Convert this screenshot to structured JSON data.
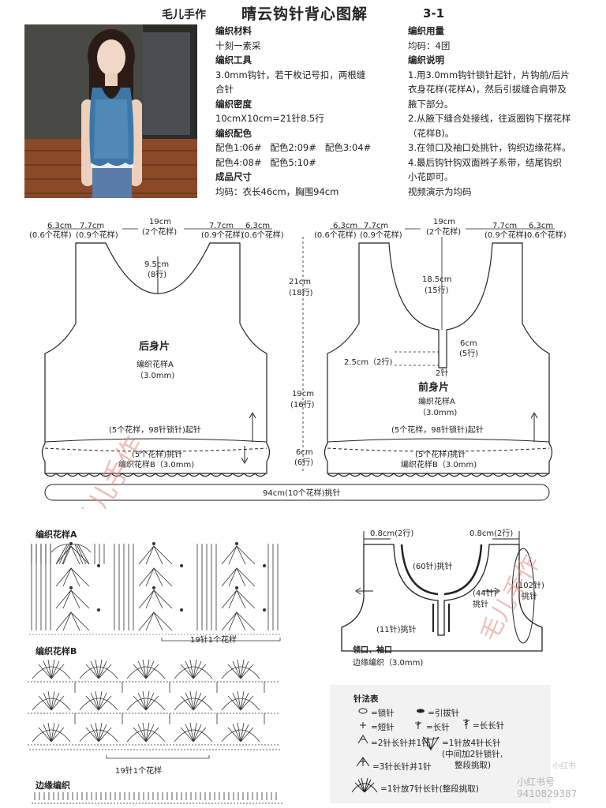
{
  "header": {
    "brand": "毛儿手作",
    "title": "晴云钩针背心图解",
    "page": "3-1"
  },
  "materials": {
    "material_h": "编织材料",
    "material": "十刻一素采",
    "tools_h": "编织工具",
    "tools_1": "3.0mm钩针，若干枚记号扣，两根缝",
    "tools_2": "合针",
    "density_h": "编织密度",
    "density": "10cmX10cm=21针8.5行",
    "colors_h": "编织配色",
    "colors_1": "配色1:06#   配色2:09#   配色3:04#",
    "colors_2": "配色4:08#   配色5:10#",
    "size_h": "成品尺寸",
    "size": "均码：衣长46cm，胸围94cm"
  },
  "instructions": {
    "usage_h": "编织用量",
    "usage": "均码：4团",
    "notes_h": "编织说明",
    "lines": [
      "1.用3.0mm钩针锁针起针，片钩前/后片",
      "衣身花样(花样A)，然后引拔缝合肩带及",
      "腋下部分。",
      "2.从腋下缝合处接线，往返圈钩下摆花样",
      "（花样B)。",
      "3.在领口及袖口处挑针，钩织边缘花样。",
      "4.最后钩针钩双面辫子系带，结尾钩织",
      "小花即可。",
      "视频演示为均码"
    ]
  },
  "back_piece": {
    "name": "后身片",
    "pattern": "编织花样A",
    "hook": "（3.0mm)",
    "d_63": "6.3cm",
    "d_63s": "(0.6个花样)",
    "d_77": "7.7cm",
    "d_77s": "(0.9个花样)",
    "d_19": "19cm",
    "d_19s": "(2个花样)",
    "d_95": "9.5cm",
    "d_95s": "(8行)",
    "start": "(5个花样，98针锁针)起针",
    "pickup": "(5个花样)挑针",
    "hem": "编织花样B（3.0mm)"
  },
  "front_piece": {
    "name": "前身片",
    "pattern": "编织花样A",
    "hook": "（3.0mm)",
    "d_185": "18.5cm",
    "d_185s": "(15行)",
    "d_6": "6cm",
    "d_6s": "(5行)",
    "d_25": "2.5cm（2行)",
    "d_2": "2针",
    "start": "(5个花样，98针锁针)起针",
    "pickup": "(5个花样)挑针",
    "hem": "编织花样B（3.0mm)"
  },
  "vertical": {
    "d_21": "21cm",
    "d_21s": "(18行)",
    "d_19": "19cm",
    "d_19s": "(16行)",
    "d_6": "6cm",
    "d_6s": "(6行)"
  },
  "total": "94cm(10个花样)挑针",
  "pattern_a": {
    "title": "编织花样A",
    "repeat": "19针1个花样"
  },
  "pattern_b": {
    "title": "编织花样B",
    "repeat": "19针1个花样"
  },
  "edge": {
    "title": "边缘编织"
  },
  "neckline": {
    "d_08a": "0.8cm(2行)",
    "d_08b": "0.8cm(2行)",
    "neck_pick": "(60针)挑针",
    "side_pick": "(44针)",
    "side_pick2": "挑针",
    "center_pick": "(11针)挑针",
    "arm_pick": "(102针)",
    "arm_pick2": "挑针",
    "label": "领口、袖口",
    "edge": "边缘编织（3.0mm)"
  },
  "legend": {
    "title": "针法表",
    "ch": "=锁针",
    "sl": "=引拔针",
    "sc": "=短针",
    "dc": "=长针",
    "tr": "=长长针",
    "dc2tog": "=2针长针并1针",
    "dc3tog": "=3针长针并1针",
    "fan4": "=1针放4针长针",
    "fan4_note": "(中间加2针锁针,",
    "fan4_note2": "整段挑取)",
    "fan7": "=1针放7针长针(整段挑取)"
  },
  "watermark": {
    "text": "小红书号 9410829387",
    "brand": "小红书"
  },
  "stamp": "毛儿手作"
}
